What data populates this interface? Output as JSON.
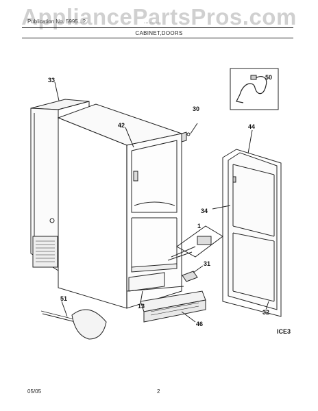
{
  "watermark": "AppliancePartsPros.com",
  "header": {
    "left_text": "Publication No. 5995...?",
    "right_text": "... ... ...",
    "section_title": "CABINET,DOORS"
  },
  "callouts": [
    "33",
    "42",
    "30",
    "50",
    "44",
    "34",
    "1",
    "31",
    "13",
    "51",
    "46",
    "32"
  ],
  "diagram_code": "ICE3",
  "footer": {
    "date": "05/05",
    "page_number": "2"
  }
}
